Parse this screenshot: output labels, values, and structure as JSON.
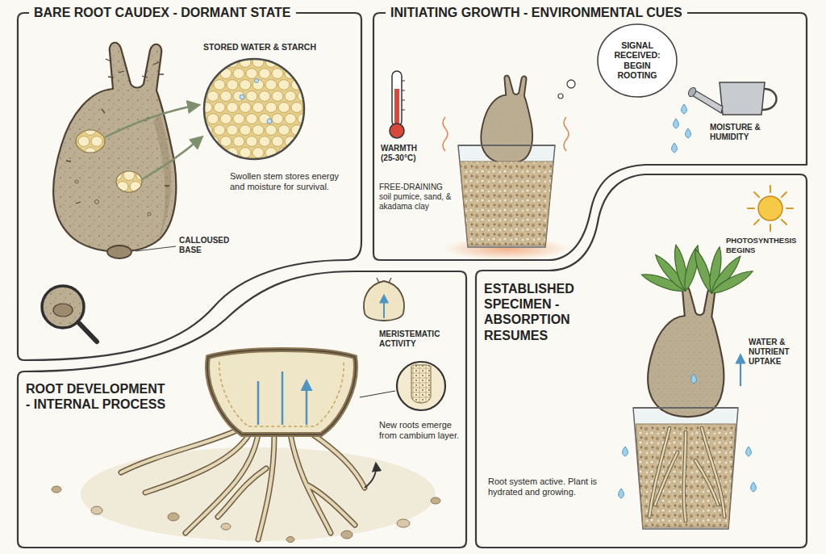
{
  "diagram": {
    "nodes": [
      {
        "text": [
          "BARE ROOT CAUDEX - DORMANT STATE"
        ]
      },
      {
        "text": [
          "INITIATING GROWTH - ENVIRONMENTAL CUES"
        ]
      },
      {
        "text": [
          "SIGNAL RECEIVED: BEGIN ROOTING"
        ],
        "in": 1
      },
      {
        "text": [
          "ROOT DEVELOPMENT - INTERNAL PROCESS"
        ]
      },
      {
        "text": [
          "ESTABLISHED SPECIMEN - ABSORPTION RESUMES"
        ]
      }
    ],
    "labels": [
      "STORED WATER & STARCH",
      "Swollen stem stores energy and moisture for survival.",
      "CALLOUSED BASE",
      "WARMTH (25-30°C)",
      "MOISTURE & HUMIDITY",
      "FREE-DRAINING soil pumice, sand, & akadama clay",
      "MERISTEMATIC ACTIVITY",
      "New roots emerge from cambium layer.",
      "PHOTOSYNTHESIS BEGINS",
      "WATER & NUTRIENT UPTAKE",
      "Root system active. Plant is hydrated and growing."
    ]
  }
}
